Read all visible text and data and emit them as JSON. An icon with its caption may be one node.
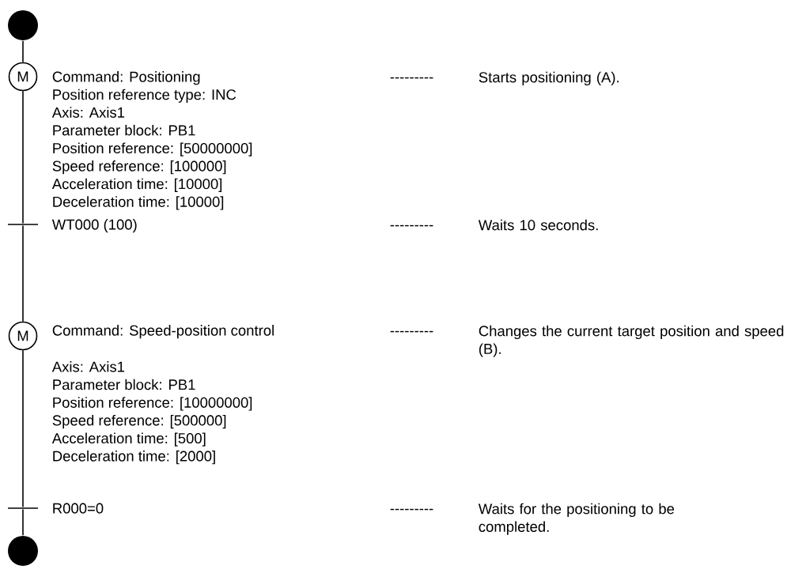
{
  "diagram": {
    "nodes": [
      {
        "text": [],
        "shape": "circle"
      },
      {
        "text": [
          "M"
        ],
        "beside": [
          "Command: Positioning",
          "Position reference type: INC",
          "Axis: Axis1",
          "Parameter block: PB1",
          "Position reference: [50000000]",
          "Speed reference: [100000]",
          "Acceleration time: [10000]",
          "Deceleration time: [10000]",
          "---------",
          "Starts positioning (A)."
        ]
      },
      {
        "text": [],
        "shape": "bar",
        "beside": [
          "WT000 (100)",
          "---------",
          "Waits 10 seconds."
        ]
      },
      {
        "text": [
          "M"
        ],
        "beside": [
          "Command: Speed-position control",
          "Axis: Axis1",
          "Parameter block: PB1",
          "Position reference: [10000000]",
          "Speed reference: [500000]",
          "Acceleration time: [500]",
          "Deceleration time: [2000]",
          "---------",
          "Changes the current target position and speed (B)."
        ]
      },
      {
        "text": [],
        "shape": "bar",
        "beside": [
          "R000=0",
          "---------",
          "Waits for the positioning to be completed."
        ]
      },
      {
        "text": [],
        "shape": "circle"
      }
    ],
    "edges": [
      {
        "from": 0,
        "to": 1,
        "arrow": "none"
      },
      {
        "from": 1,
        "to": 2,
        "arrow": "none"
      },
      {
        "from": 2,
        "to": 3,
        "arrow": "none"
      },
      {
        "from": 3,
        "to": 4,
        "arrow": "none"
      },
      {
        "from": 4,
        "to": 5,
        "arrow": "none"
      }
    ]
  }
}
